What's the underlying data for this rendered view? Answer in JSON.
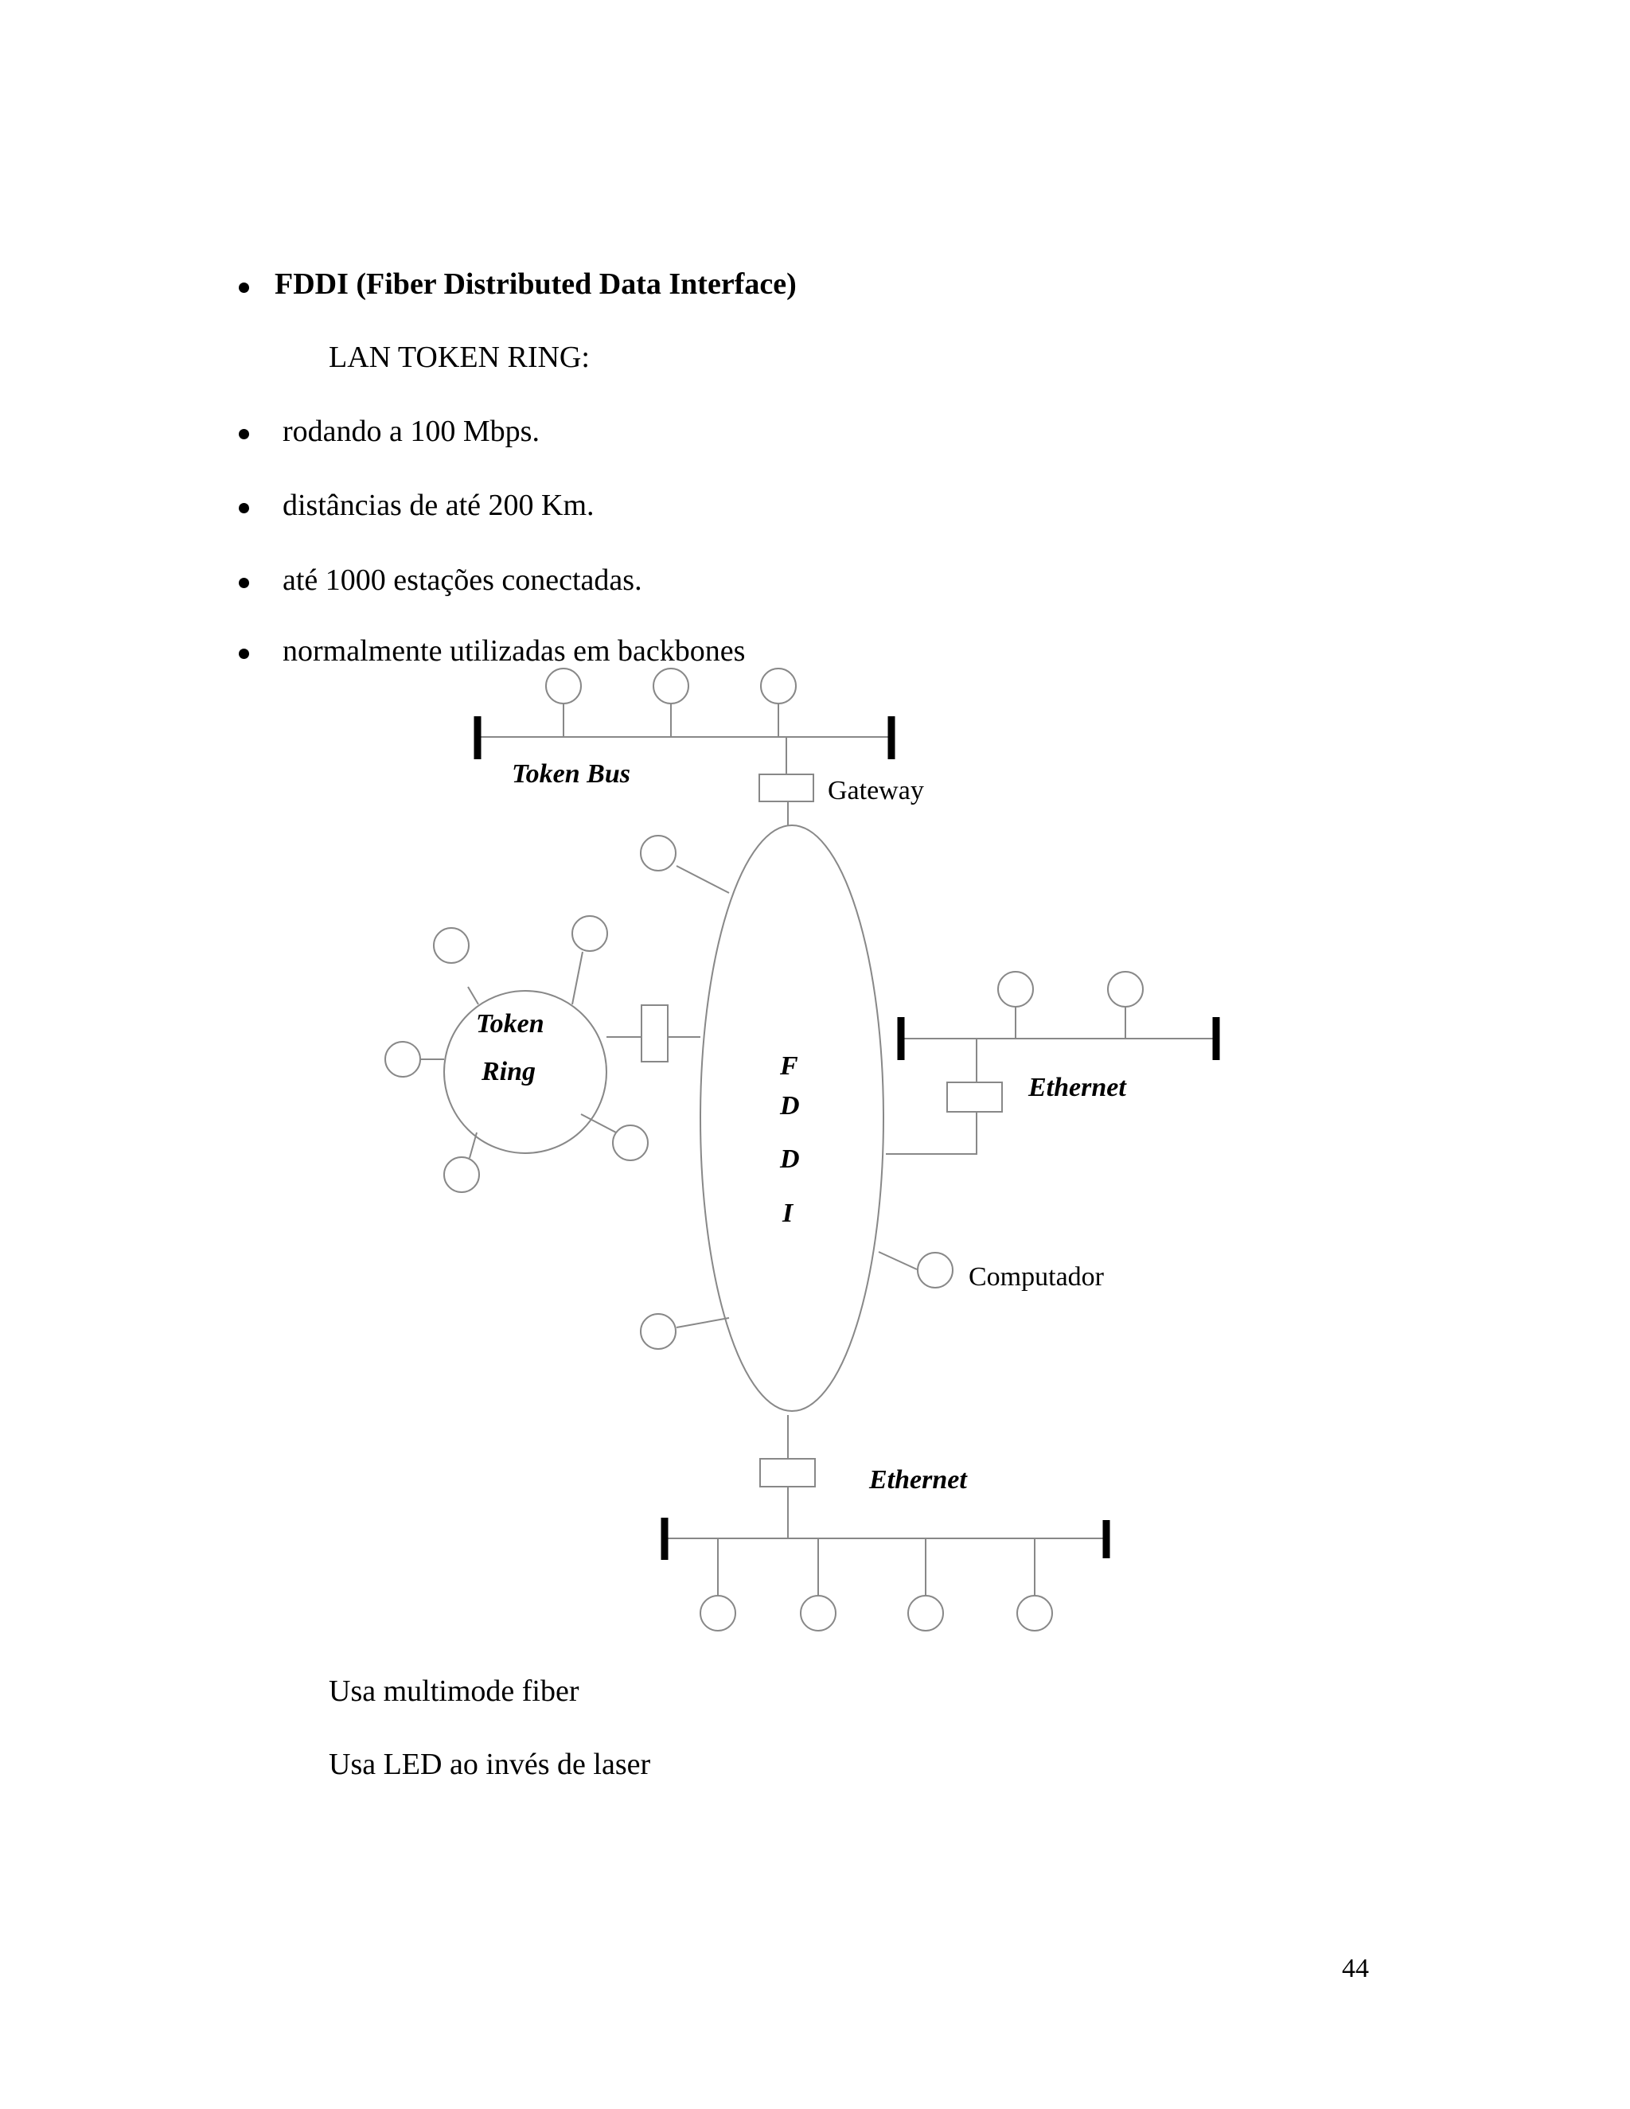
{
  "heading": {
    "title": "FDDI (Fiber Distributed Data Interface)"
  },
  "subtitle": "LAN TOKEN RING:",
  "bullets": [
    "rodando a 100 Mbps.",
    "distâncias de até 200 Km.",
    "até 1000 estações conectadas.",
    "normalmente utilizadas em backbones"
  ],
  "diagram": {
    "labels": {
      "token_bus": "Token Bus",
      "gateway": "Gateway",
      "token_ring_line1": "Token",
      "token_ring_line2": "Ring",
      "fddi_letters": [
        "F",
        "D",
        "D",
        "I"
      ],
      "ethernet_right": "Ethernet",
      "computador": "Computador",
      "ethernet_bottom": "Ethernet"
    }
  },
  "notes": [
    "Usa multimode fiber",
    "Usa LED ao invés de laser"
  ],
  "page_number": "44"
}
